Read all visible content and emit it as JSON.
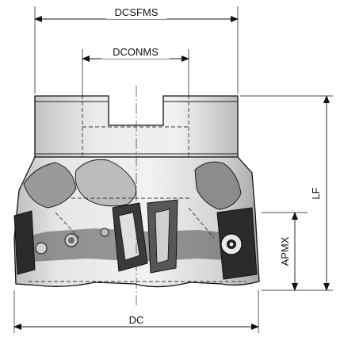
{
  "dimensions": {
    "dcsfms": "DCSFMS",
    "dconms": "DCONMS",
    "lf": "LF",
    "apmx": "APMX",
    "dc": "DC"
  },
  "colors": {
    "body_fill": "#d9d9d9",
    "shadow_fill": "#9a9a9a",
    "dark_fill": "#4a4a4a",
    "insert_fill": "#2b2b2b",
    "line": "#111111"
  }
}
